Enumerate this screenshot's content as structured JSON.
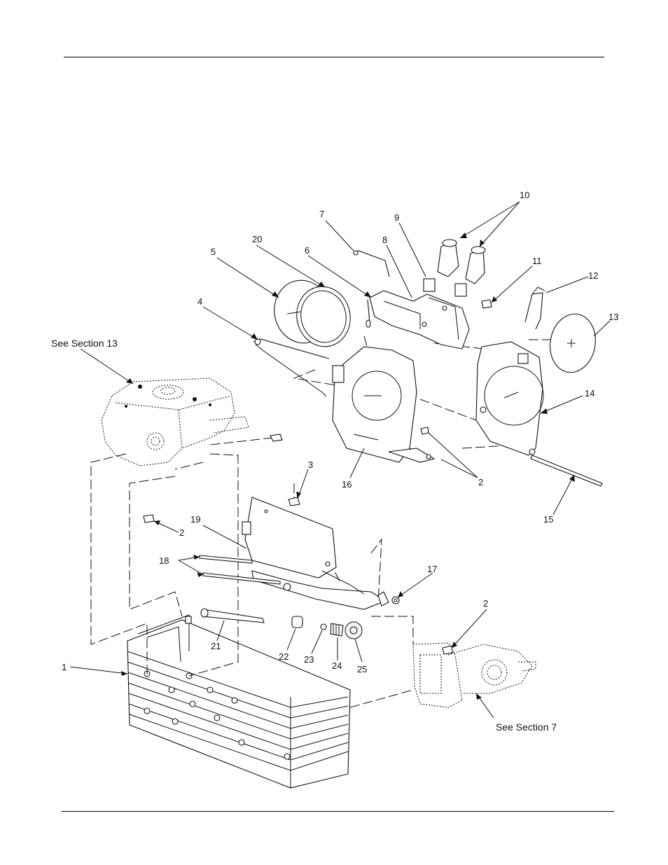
{
  "diagram": {
    "references": [
      {
        "id": "ref-section-13",
        "text": "See Section 13"
      },
      {
        "id": "ref-section-7",
        "text": "See Section 7"
      }
    ],
    "callouts": [
      {
        "id": "c1",
        "text": "1"
      },
      {
        "id": "c2a",
        "text": "2"
      },
      {
        "id": "c2b",
        "text": "2"
      },
      {
        "id": "c2c",
        "text": "2"
      },
      {
        "id": "c3",
        "text": "3"
      },
      {
        "id": "c4",
        "text": "4"
      },
      {
        "id": "c5",
        "text": "5"
      },
      {
        "id": "c6",
        "text": "6"
      },
      {
        "id": "c7",
        "text": "7"
      },
      {
        "id": "c8",
        "text": "8"
      },
      {
        "id": "c9",
        "text": "9"
      },
      {
        "id": "c10",
        "text": "10"
      },
      {
        "id": "c11",
        "text": "11"
      },
      {
        "id": "c12",
        "text": "12"
      },
      {
        "id": "c13",
        "text": "13"
      },
      {
        "id": "c14",
        "text": "14"
      },
      {
        "id": "c15",
        "text": "15"
      },
      {
        "id": "c16",
        "text": "16"
      },
      {
        "id": "c17",
        "text": "17"
      },
      {
        "id": "c18",
        "text": "18"
      },
      {
        "id": "c19",
        "text": "19"
      },
      {
        "id": "c20",
        "text": "20"
      },
      {
        "id": "c21",
        "text": "21"
      },
      {
        "id": "c22",
        "text": "22"
      },
      {
        "id": "c23",
        "text": "23"
      },
      {
        "id": "c24",
        "text": "24"
      },
      {
        "id": "c25",
        "text": "25"
      }
    ]
  }
}
